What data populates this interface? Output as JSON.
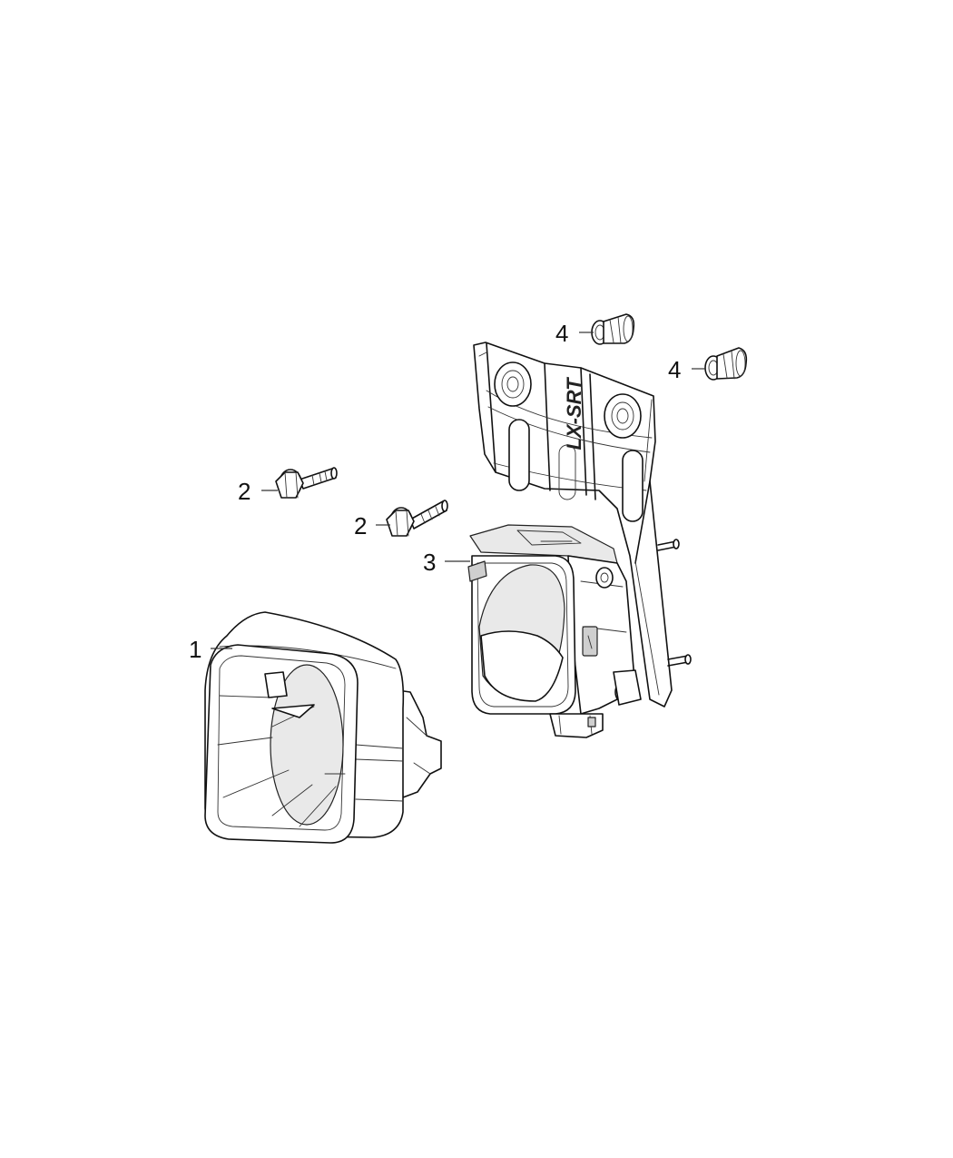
{
  "callouts": [
    {
      "id": "1",
      "label": "1"
    },
    {
      "id": "2a",
      "label": "2"
    },
    {
      "id": "2b",
      "label": "2"
    },
    {
      "id": "3",
      "label": "3"
    },
    {
      "id": "4a",
      "label": "4"
    },
    {
      "id": "4b",
      "label": "4"
    }
  ],
  "bracket": {
    "stamp": "LX-SRT"
  },
  "colors": {
    "line": "#111111",
    "background": "#ffffff"
  }
}
